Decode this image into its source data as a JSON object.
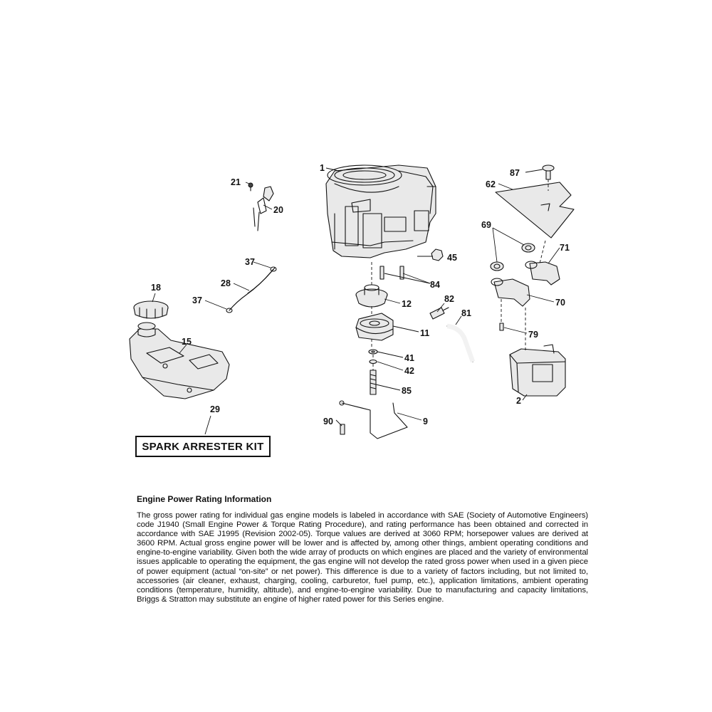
{
  "diagram": {
    "callouts": [
      {
        "id": "1",
        "label": "1"
      },
      {
        "id": "2",
        "label": "2"
      },
      {
        "id": "9",
        "label": "9"
      },
      {
        "id": "11",
        "label": "11"
      },
      {
        "id": "12",
        "label": "12"
      },
      {
        "id": "15",
        "label": "15"
      },
      {
        "id": "18",
        "label": "18"
      },
      {
        "id": "20",
        "label": "20"
      },
      {
        "id": "21",
        "label": "21"
      },
      {
        "id": "28",
        "label": "28"
      },
      {
        "id": "29",
        "label": "29"
      },
      {
        "id": "37a",
        "label": "37"
      },
      {
        "id": "37b",
        "label": "37"
      },
      {
        "id": "41",
        "label": "41"
      },
      {
        "id": "42",
        "label": "42"
      },
      {
        "id": "45",
        "label": "45"
      },
      {
        "id": "62",
        "label": "62"
      },
      {
        "id": "69",
        "label": "69"
      },
      {
        "id": "70",
        "label": "70"
      },
      {
        "id": "71",
        "label": "71"
      },
      {
        "id": "79",
        "label": "79"
      },
      {
        "id": "81",
        "label": "81"
      },
      {
        "id": "82",
        "label": "82"
      },
      {
        "id": "84",
        "label": "84"
      },
      {
        "id": "85",
        "label": "85"
      },
      {
        "id": "87",
        "label": "87"
      },
      {
        "id": "90",
        "label": "90"
      }
    ],
    "kit_label": "SPARK ARRESTER KIT"
  },
  "info": {
    "title": "Engine Power Rating Information",
    "body": "The gross power rating for individual gas engine models is labeled in accordance with SAE (Society of Automotive Engineers) code J1940 (Small Engine Power & Torque Rating Procedure), and rating performance has been obtained and corrected in accordance with SAE J1995 (Revision 2002-05). Torque values are derived at 3060 RPM; horsepower values are derived at 3600 RPM. Actual gross engine power will be lower and is affected by, among other things, ambient operating conditions and engine-to-engine variability. Given both the wide array of products on which engines are placed and the variety of environmental issues applicable to operating the equipment, the gas engine will not develop the rated gross power when used in a given piece of power equipment (actual “on-site” or net power). This difference is due to a variety of factors including, but not limited to, accessories (air cleaner, exhaust, charging, cooling, carburetor, fuel pump, etc.), application limitations, ambient operating conditions (temperature, humidity, altitude), and engine-to-engine variability. Due to manufacturing and capacity limitations, Briggs & Stratton may substitute an engine of higher rated power for this Series engine."
  }
}
